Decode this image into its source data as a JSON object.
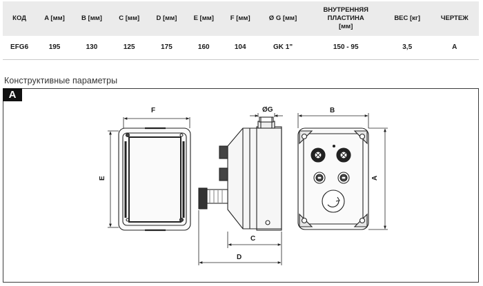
{
  "table": {
    "headers": {
      "code": "КОД",
      "a": "A [мм]",
      "b": "B [мм]",
      "c": "C [мм]",
      "d": "D [мм]",
      "e": "E [мм]",
      "f": "F [мм]",
      "g": "Ø G [мм]",
      "plate_line1": "ВНУТРЕННЯЯ",
      "plate_line2": "ПЛАСТИНА",
      "plate_line3": "[мм]",
      "weight": "ВЕС [кг]",
      "drawing": "ЧЕРТЕЖ"
    },
    "row": {
      "code": "EFG6",
      "a": "195",
      "b": "130",
      "c": "125",
      "d": "175",
      "e": "160",
      "f": "104",
      "g": "GK 1\"",
      "plate": "150 - 95",
      "weight": "3,5",
      "drawing": "A"
    }
  },
  "section_caption": "Конструктивные параметры",
  "drawing": {
    "badge": "A",
    "labels": {
      "f": "F",
      "e": "E",
      "g": "ØG",
      "c": "C",
      "d": "D",
      "b": "B",
      "a": "A"
    }
  }
}
